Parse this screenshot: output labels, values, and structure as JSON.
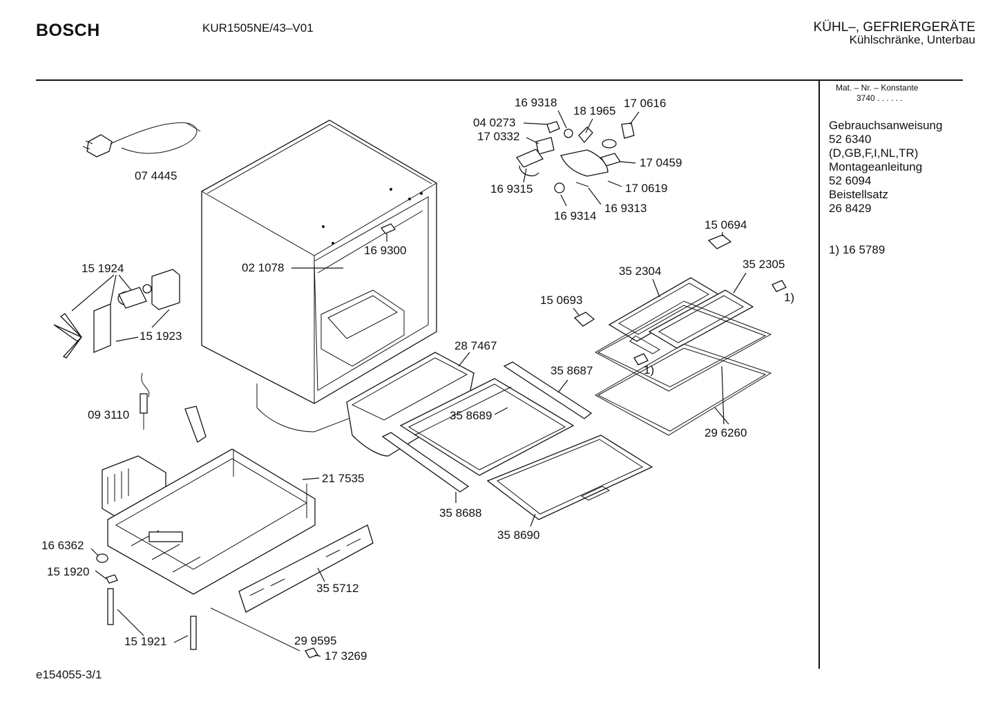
{
  "header": {
    "brand": "BOSCH",
    "model": "KUR1505NE/43–V01",
    "category_line1": "KÜHL–, GEFRIERGERÄTE",
    "category_line2": "Kühlschränke, Unterbau"
  },
  "sidebar": {
    "mat_nr_label": "Mat. – Nr. – Konstante",
    "mat_nr_value": "3740  .  .  .  .  .  .",
    "lines": [
      "Gebrauchsanweisung",
      "52 6340",
      "(D,GB,F,I,NL,TR)",
      "Montageanleitung",
      "52 6094",
      "Beistellsatz",
      "26 8429"
    ],
    "footnote": "1)  16 5789"
  },
  "part_labels": {
    "p074445": "07 4445",
    "p169318": "16 9318",
    "p181965": "18 1965",
    "p170616": "17 0616",
    "p040273": "04 0273",
    "p170332": "17 0332",
    "p170459": "17 0459",
    "p169315": "16 9315",
    "p170619": "17 0619",
    "p169313": "16 9313",
    "p169314": "16 9314",
    "p169300": "16 9300",
    "p021078": "02 1078",
    "p150694": "15 0694",
    "p352304": "35 2304",
    "p352305": "35 2305",
    "fn1a": "1)",
    "fn1b": "1)",
    "p150693": "15 0693",
    "p151924": "15 1924",
    "p151923": "15 1923",
    "p287467": "28 7467",
    "p358687": "35 8687",
    "p093110": "09 3110",
    "p358689": "35 8689",
    "p296260": "29 6260",
    "p217535": "21 7535",
    "p358688": "35 8688",
    "p358690": "35 8690",
    "p166362": "16 6362",
    "p151920": "15 1920",
    "p355712": "35 5712",
    "p151921": "15 1921",
    "p299595": "29 9595",
    "p173269": "17 3269"
  },
  "footer": {
    "drawing_id": "e154055-3/1"
  }
}
